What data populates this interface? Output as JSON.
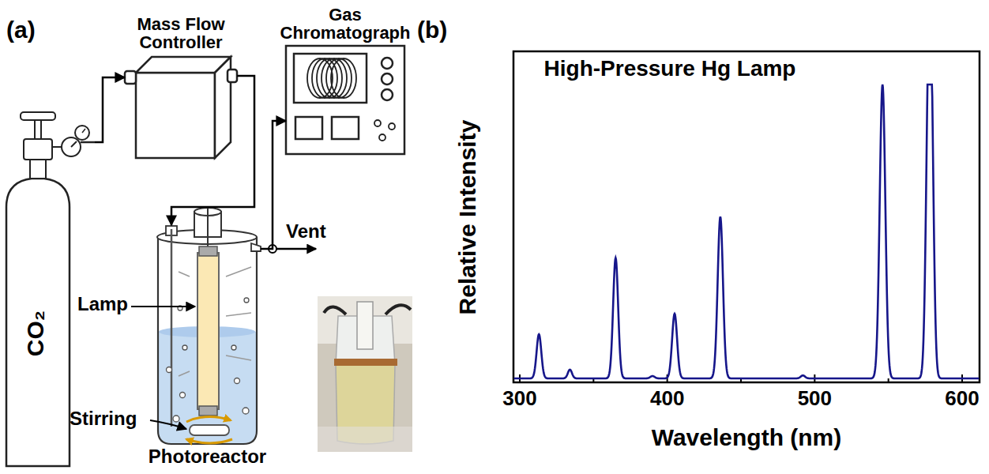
{
  "diagram": {
    "nodes": [
      {
        "text": [
          "CO₂"
        ]
      },
      {
        "text": [
          "Mass Flow Controller"
        ]
      },
      {
        "text": [
          "Gas Chromatograph"
        ]
      },
      {
        "text": [
          "Photoreactor"
        ]
      }
    ],
    "edges": [
      {
        "from": 0,
        "to": 1,
        "arrow": "to"
      },
      {
        "from": 1,
        "to": 3,
        "arrow": "to"
      },
      {
        "from": 3,
        "to": 2,
        "arrow": "to"
      }
    ],
    "labels": [
      "(a)",
      "Lamp",
      "Stirring",
      "Vent",
      "(b)",
      "High-Pressure Hg Lamp",
      "Relative Intensity",
      "300",
      "400",
      "500",
      "600",
      "Wavelength (nm)"
    ]
  }
}
